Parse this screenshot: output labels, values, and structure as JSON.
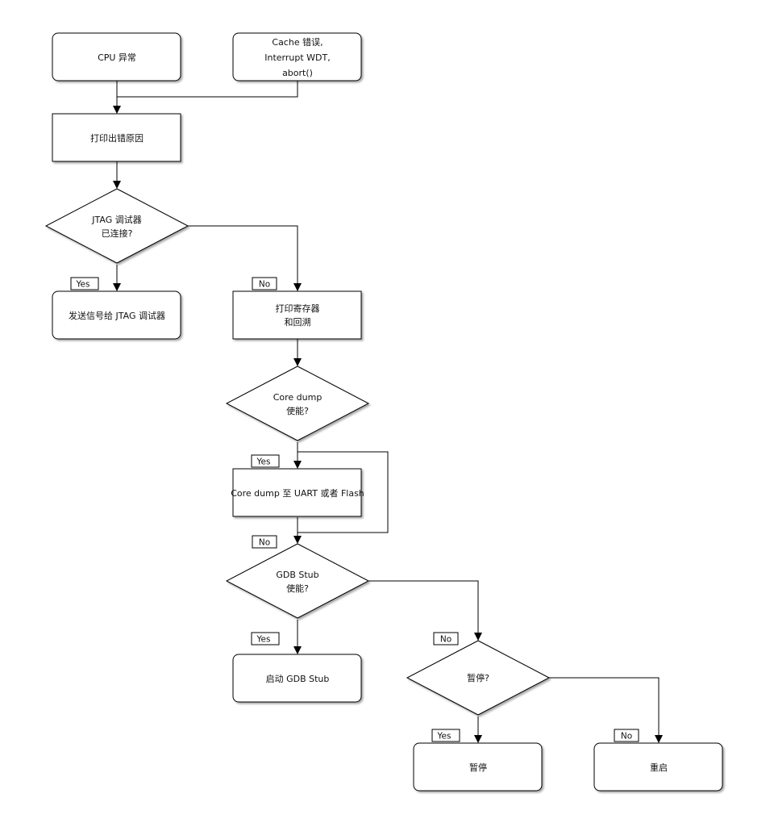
{
  "nodes": {
    "cpu_exception": {
      "lines": [
        "CPU 异常"
      ]
    },
    "other_errors": {
      "lines": [
        "Cache 错误,",
        "Interrupt WDT,",
        "abort()"
      ]
    },
    "print_reason": {
      "lines": [
        "打印出错原因"
      ]
    },
    "jtag_connected": {
      "lines": [
        "JTAG 调试器",
        "已连接?"
      ]
    },
    "send_signal_jtag": {
      "lines": [
        "发送信号给 JTAG 调试器"
      ]
    },
    "print_registers": {
      "lines": [
        "打印寄存器",
        "和回溯"
      ]
    },
    "core_dump_enabled": {
      "lines": [
        "Core dump",
        "使能?"
      ]
    },
    "core_dump_target": {
      "lines": [
        "Core dump 至 UART 或者 Flash"
      ]
    },
    "gdb_stub_enabled": {
      "lines": [
        "GDB Stub",
        "使能?"
      ]
    },
    "start_gdb_stub": {
      "lines": [
        "启动 GDB Stub"
      ]
    },
    "halt_question": {
      "lines": [
        "暂停?"
      ]
    },
    "halt": {
      "lines": [
        "暂停"
      ]
    },
    "restart": {
      "lines": [
        "重启"
      ]
    }
  },
  "tags": {
    "jtag_yes": "Yes",
    "jtag_no": "No",
    "coredump_yes": "Yes",
    "coredump_no": "No",
    "gdb_yes": "Yes",
    "gdb_no": "No",
    "halt_yes": "Yes",
    "halt_no": "No"
  }
}
